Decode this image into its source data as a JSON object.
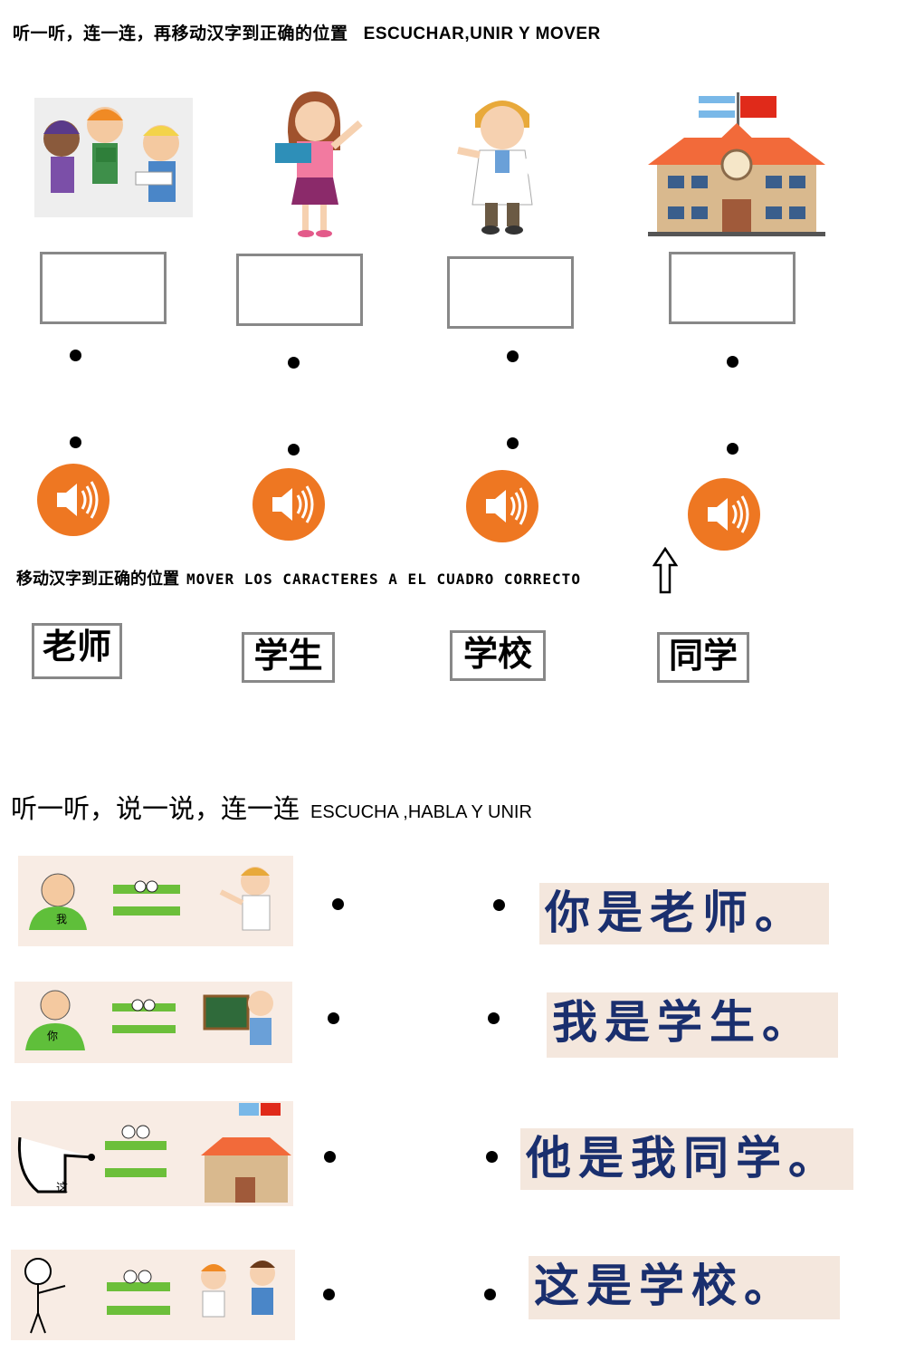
{
  "header": {
    "title_cn": "听一听，连一连，再移动汉字到正确的位置",
    "title_es": "ESCUCHAR,UNIR Y MOVER"
  },
  "images_row": [
    {
      "icon": "students-group"
    },
    {
      "icon": "teacher-woman"
    },
    {
      "icon": "boy-student"
    },
    {
      "icon": "school-building"
    }
  ],
  "move_section": {
    "title_cn": "移动汉字到正确的位置",
    "title_es": "MOVER LOS CARACTERES A EL CUADRO CORRECTO",
    "words": [
      "老师",
      "学生",
      "学校",
      "同学"
    ]
  },
  "speak_section": {
    "title_cn": "听一听，说一说，连一连",
    "title_es": "ESCUCHA ,HABLA Y UNIR"
  },
  "sentences": [
    "你是老师。",
    "我是学生。",
    "他是我同学。",
    "这是学校。"
  ],
  "pointer_labels": {
    "me": "我",
    "you": "你",
    "this": "这"
  },
  "colors": {
    "speaker": "#ee7722",
    "sentence_text": "#1a2f6e",
    "sentence_bg": "#f4e7dd",
    "box_border": "#888888"
  }
}
